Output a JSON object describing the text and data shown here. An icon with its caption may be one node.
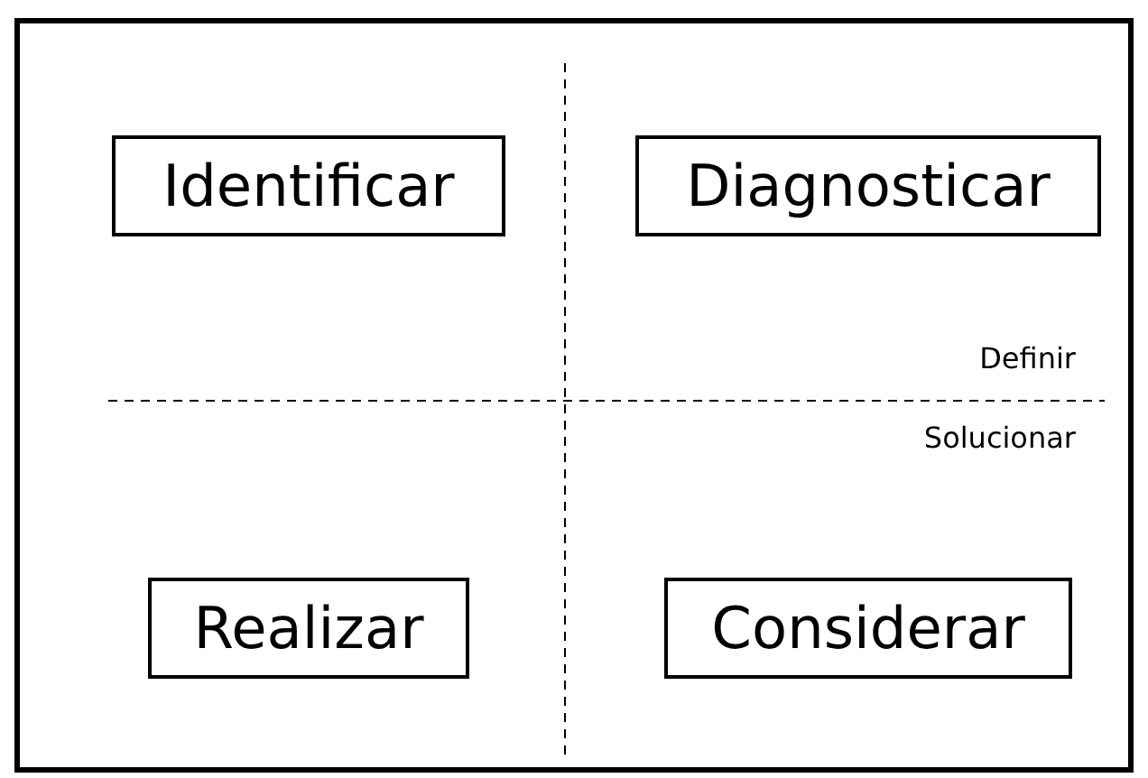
{
  "diagram": {
    "nodes": [
      {
        "text": [
          "Identificar"
        ]
      },
      {
        "text": [
          "Diagnosticar"
        ]
      },
      {
        "text": [
          "Realizar"
        ]
      },
      {
        "text": [
          "Considerar"
        ]
      }
    ],
    "labels": [
      "Definir",
      "Solucionar"
    ]
  }
}
